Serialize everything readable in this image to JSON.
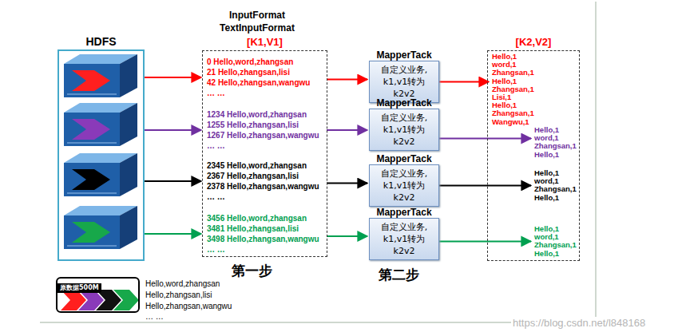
{
  "diagram": {
    "nodes": [
      {
        "text": [
          "HDFS"
        ]
      },
      {
        "text": [
          "[K1,V1]"
        ]
      },
      {
        "text": [
          "0 Hello,word,zhangsan",
          "21 Hello,zhangsan,lisi",
          "42 Hello,zhangsan,wangwu",
          "… …"
        ],
        "in": 1
      },
      {
        "text": [
          "1234 Hello,word,zhangsan",
          "1255 Hello,zhangsan,lisi",
          "1267 Hello,zhangsan,wangwu",
          "… …"
        ],
        "in": 1
      },
      {
        "text": [
          "2345 Hello,word,zhangsan",
          "2367 Hello,zhangsan,lisi",
          "2378 Hello,zhangsan,wangwu",
          "… …"
        ],
        "in": 1
      },
      {
        "text": [
          "3456 Hello,word,zhangsan",
          "3481 Hello,zhangsan,lisi",
          "3498 Hello,zhangsan,wangwu",
          "… …"
        ],
        "in": 1
      },
      {
        "text": [
          "MapperTack",
          "自定义业务, k1,v1转为k2v2"
        ]
      },
      {
        "text": [
          "MapperTack",
          "自定义业务, k1,v1转为k2v2"
        ]
      },
      {
        "text": [
          "MapperTack",
          "自定义业务, k1,v1转为k2v2"
        ]
      },
      {
        "text": [
          "MapperTack",
          "自定义业务, k1,v1转为k2v2"
        ]
      },
      {
        "text": [
          "[K2,V2]"
        ]
      },
      {
        "text": [
          "Hello,1",
          "word,1",
          "Zhangsan,1",
          "Hello,1",
          "Zhangsan,1",
          "Lisi,1",
          "Hello,1",
          "Zhangsan,1",
          "Wangwu,1"
        ],
        "in": 10
      },
      {
        "text": [
          "Hello,1",
          "word,1",
          "Zhangsan,1",
          "Hello,1"
        ],
        "in": 10
      },
      {
        "text": [
          "Hello,1",
          "word,1",
          "Zhangsan,1",
          "Hello,1"
        ],
        "in": 10
      },
      {
        "text": [
          "Hello,1",
          "word,1",
          "Zhangsan,1",
          "Hello,1"
        ],
        "in": 10
      },
      {
        "text": [
          "原数据500M"
        ]
      }
    ],
    "edges": [
      {
        "from": 0,
        "to": 2,
        "arrow": "to"
      },
      {
        "from": 0,
        "to": 3,
        "arrow": "to"
      },
      {
        "from": 0,
        "to": 4,
        "arrow": "to"
      },
      {
        "from": 0,
        "to": 5,
        "arrow": "to"
      },
      {
        "from": 2,
        "to": 6,
        "arrow": "to"
      },
      {
        "from": 3,
        "to": 7,
        "arrow": "to"
      },
      {
        "from": 4,
        "to": 8,
        "arrow": "to"
      },
      {
        "from": 5,
        "to": 9,
        "arrow": "to"
      },
      {
        "from": 6,
        "to": 11,
        "arrow": "to"
      },
      {
        "from": 7,
        "to": 12,
        "arrow": "to"
      },
      {
        "from": 8,
        "to": 13,
        "arrow": "to"
      },
      {
        "from": 9,
        "to": 14,
        "arrow": "to"
      }
    ],
    "labels": [
      "InputFormat",
      "TextInputFormat",
      "第一步",
      "第二步",
      "Hello,word,zhangsan",
      "Hello,zhangsan,lisi",
      "Hello,zhangsan,wangwu",
      "… …",
      "https://blog.csdn.net/l848168"
    ]
  }
}
